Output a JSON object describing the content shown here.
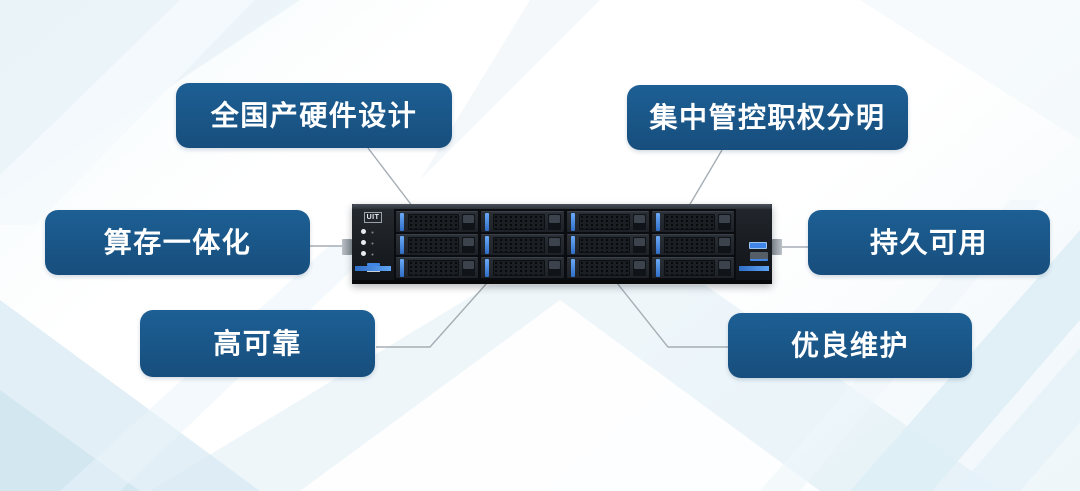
{
  "diagram": {
    "features": [
      {
        "position": "top-left",
        "label": "全国产硬件设计"
      },
      {
        "position": "top-right",
        "label": "集中管控职权分明"
      },
      {
        "position": "middle-left",
        "label": "算存一体化"
      },
      {
        "position": "middle-right",
        "label": "持久可用"
      },
      {
        "position": "bottom-left",
        "label": "高可靠"
      },
      {
        "position": "bottom-right",
        "label": "优良维护"
      }
    ],
    "server": {
      "brand": "UIT",
      "drive_rows": 3,
      "drive_columns": 4
    }
  },
  "colors": {
    "label_bg": "#1d5f94",
    "label_bg_dark": "#174e7d",
    "label_text": "#ffffff",
    "connector": "#a6aeb5",
    "drive_stripe": "#3f86e8",
    "background_tint": "#dcedf5"
  }
}
